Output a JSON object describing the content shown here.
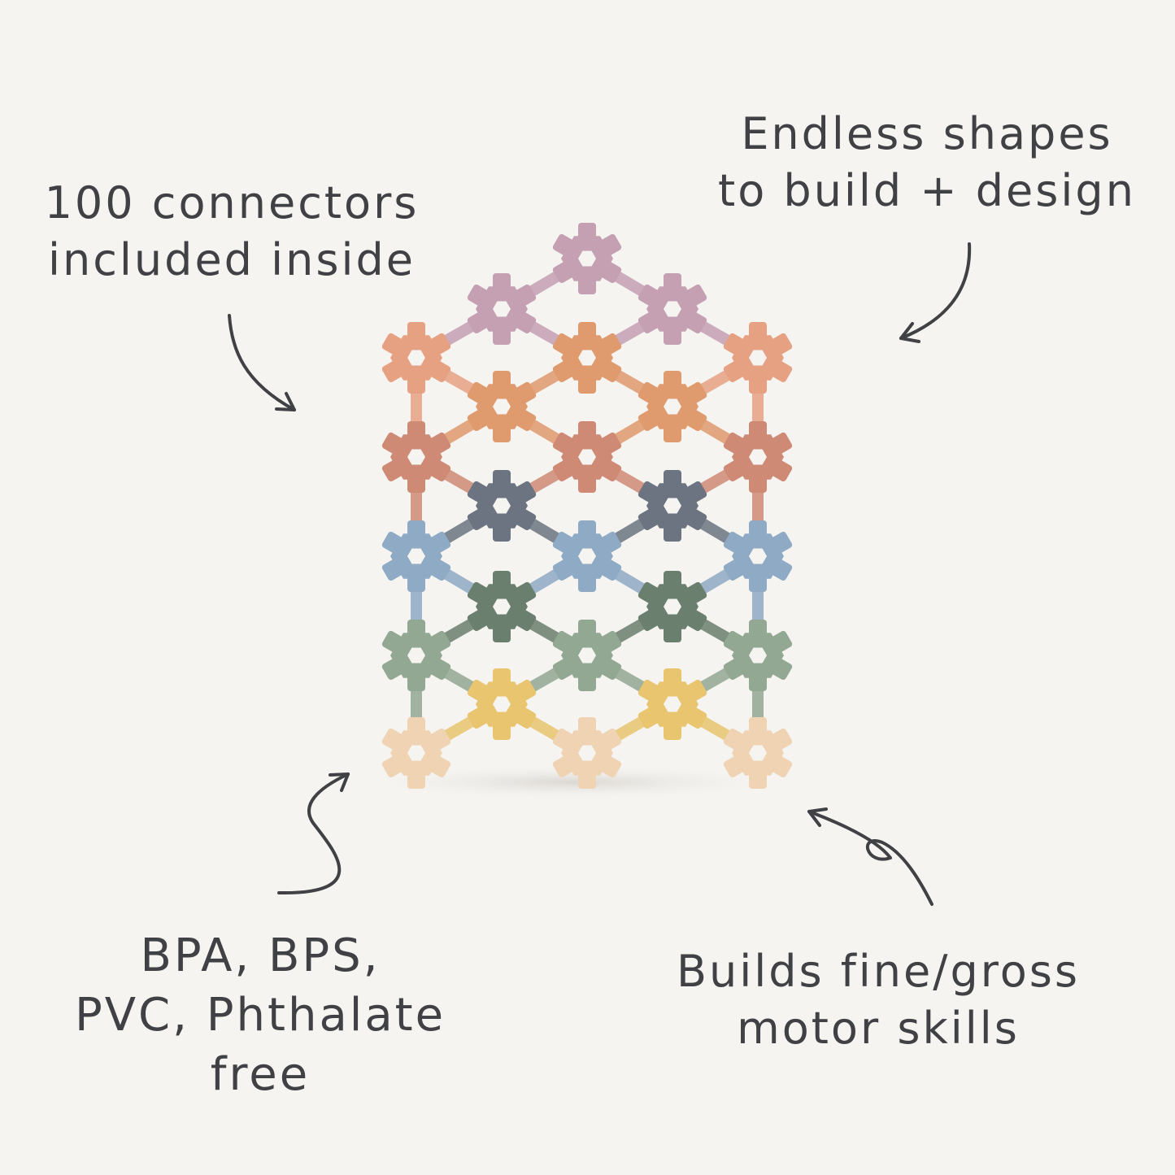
{
  "callouts": {
    "connectors": [
      "100 connectors",
      "included inside"
    ],
    "shapes": [
      "Endless shapes",
      "to build + design"
    ],
    "materials": [
      "BPA, BPS,",
      "PVC, Phthalate",
      "free"
    ],
    "skills": [
      "Builds fine/gross",
      "motor skills"
    ]
  },
  "colors": {
    "background": "#f5f4f1",
    "ink": "#3f4145",
    "lilac": "#c5a0b3",
    "peach": "#e6a182",
    "orange": "#df9a6d",
    "terracotta": "#cf8a75",
    "slate": "#6b7480",
    "blue": "#8faac4",
    "dark-green": "#6b7f6e",
    "sage": "#93a893",
    "mustard": "#e9c56f",
    "cream": "#efd3b3"
  },
  "product": {
    "name": "stacking-snowflake-connector-set",
    "icon": "hexagon-connector-icon"
  }
}
